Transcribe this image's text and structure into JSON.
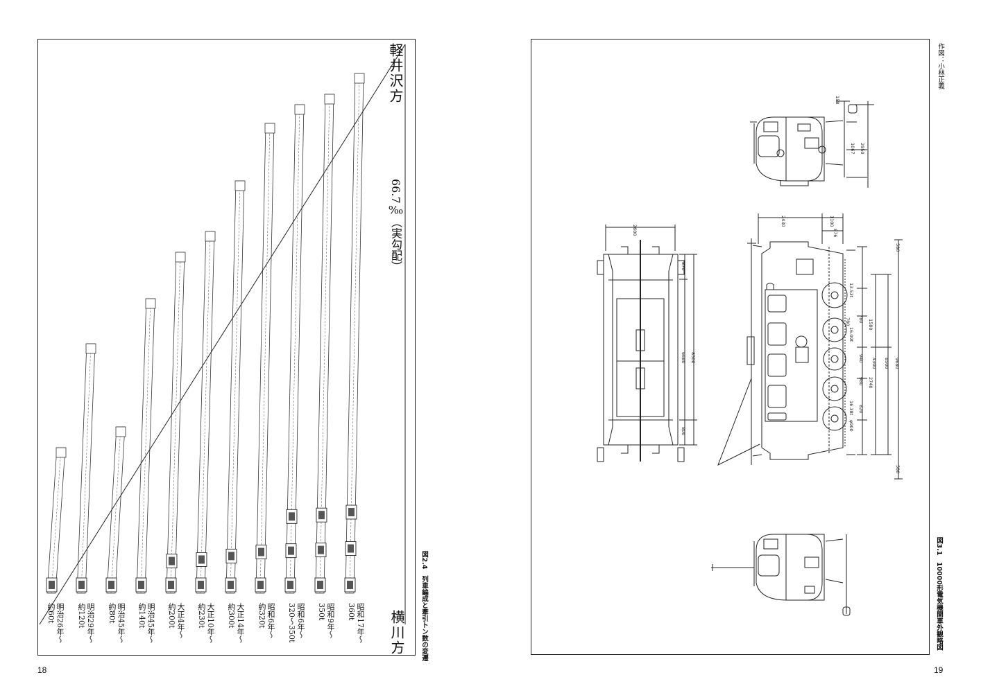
{
  "left_page": {
    "page_number": "18",
    "direction_top": "軽井沢方",
    "direction_bottom": "横川方",
    "gradient": "66.7‰（実勾配）",
    "caption": "図2.4　列車編成と牽引トン数の変遷",
    "trains": [
      {
        "era": "明治26年～",
        "tonnage": "約60t"
      },
      {
        "era": "明治29年～",
        "tonnage": "約120t"
      },
      {
        "era": "明治45年～",
        "tonnage": "約80t"
      },
      {
        "era": "明治45年～",
        "tonnage": "約140t"
      },
      {
        "era": "大正4年～",
        "tonnage": "約200t"
      },
      {
        "era": "大正10年～",
        "tonnage": "約230t"
      },
      {
        "era": "大正14年～",
        "tonnage": "約300t"
      },
      {
        "era": "昭和6年～",
        "tonnage": "約320t"
      },
      {
        "era": "昭和6年～",
        "tonnage": "320～350t"
      },
      {
        "era": "昭和9年～",
        "tonnage": "350t"
      },
      {
        "era": "昭和17年～",
        "tonnage": "360t"
      }
    ]
  },
  "right_page": {
    "page_number": "19",
    "caption": "図3.1　10000形電気機関車外観略図",
    "credit": "作図：小林正義",
    "dimensions": {
      "d2600": "2600",
      "d870": "870",
      "d6680": "6680",
      "d8500": "8500",
      "d800": "800",
      "d2430": "2430",
      "d1100": "1100",
      "d876": "876",
      "d580a": "580",
      "d580b": "580",
      "d13_53": "13.53t",
      "d780a": "780",
      "d780b": "780",
      "d1580": "1580",
      "d16_09": "16.09t",
      "d940": "940",
      "d4300": "4300",
      "d8500b": "8500",
      "d9680": "9680",
      "d980": "980",
      "d2740": "2740",
      "d16_38": "16.38t",
      "d820": "820",
      "dphi900": "φ900",
      "d158": "158",
      "d1067": "1067",
      "d2950": "2950"
    }
  }
}
